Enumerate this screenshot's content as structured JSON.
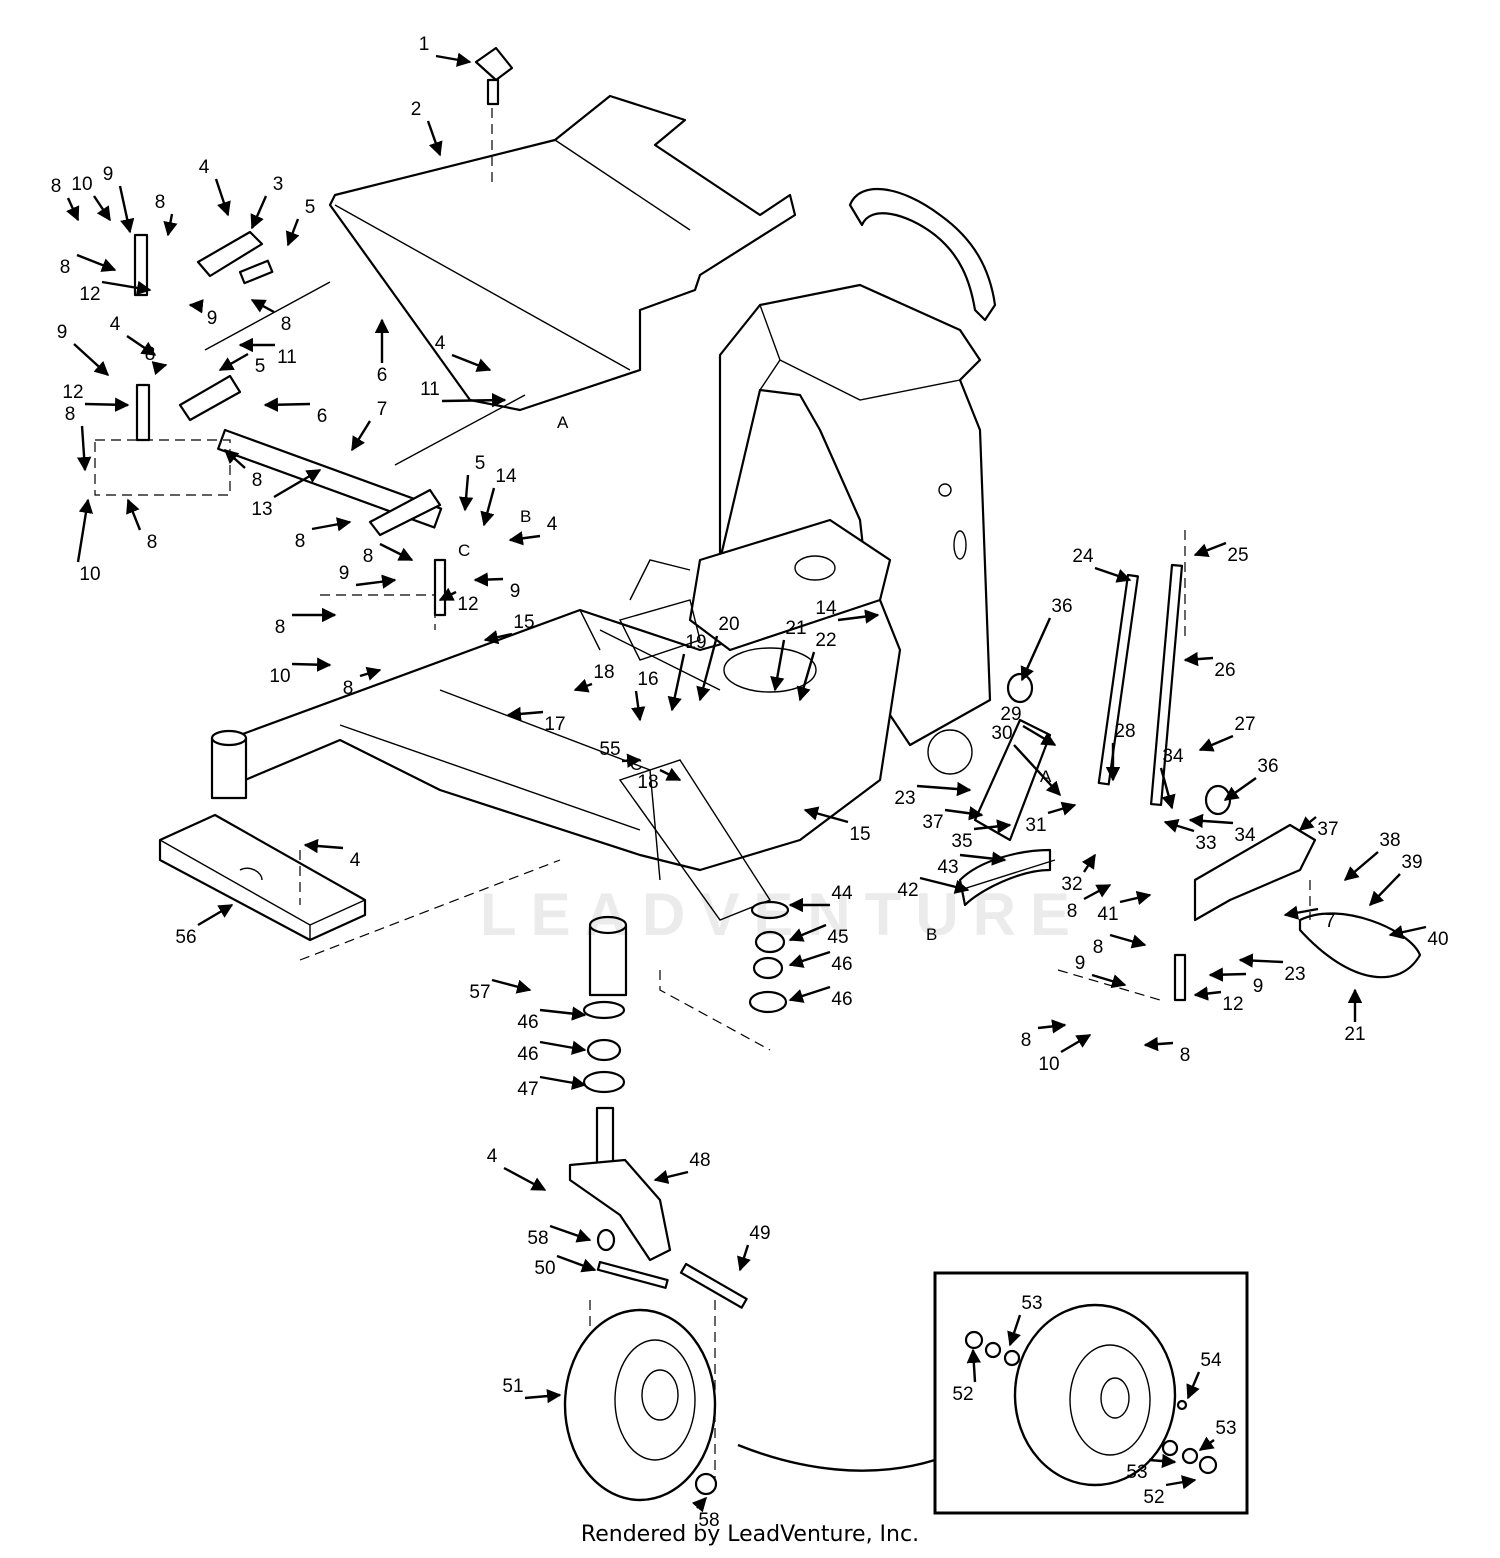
{
  "footer": "Rendered by LeadVenture, Inc.",
  "watermark": "LEADVENTURE",
  "refs": [
    "A",
    "A",
    "B",
    "B",
    "C",
    "C"
  ],
  "callouts": [
    "1",
    "2",
    "3",
    "4",
    "5",
    "8",
    "10",
    "9",
    "8",
    "8",
    "12",
    "9",
    "8",
    "11",
    "6",
    "4",
    "8",
    "9",
    "5",
    "4",
    "12",
    "6",
    "7",
    "8",
    "8",
    "11",
    "13",
    "5",
    "14",
    "4",
    "8",
    "10",
    "8",
    "8",
    "9",
    "9",
    "12",
    "8",
    "10",
    "8",
    "15",
    "17",
    "18",
    "55",
    "16",
    "18",
    "19",
    "20",
    "21",
    "22",
    "14",
    "15",
    "4",
    "56",
    "57",
    "46",
    "46",
    "47",
    "44",
    "45",
    "46",
    "46",
    "24",
    "25",
    "26",
    "36",
    "29",
    "30",
    "28",
    "27",
    "34",
    "34",
    "36",
    "37",
    "23",
    "37",
    "35",
    "31",
    "33",
    "43",
    "42",
    "32",
    "8",
    "41",
    "38",
    "39",
    "40",
    "7",
    "8",
    "23",
    "9",
    "9",
    "12",
    "21",
    "8",
    "10",
    "8",
    "4",
    "48",
    "58",
    "49",
    "50",
    "51",
    "58",
    "53",
    "52",
    "54",
    "53",
    "53",
    "52"
  ]
}
